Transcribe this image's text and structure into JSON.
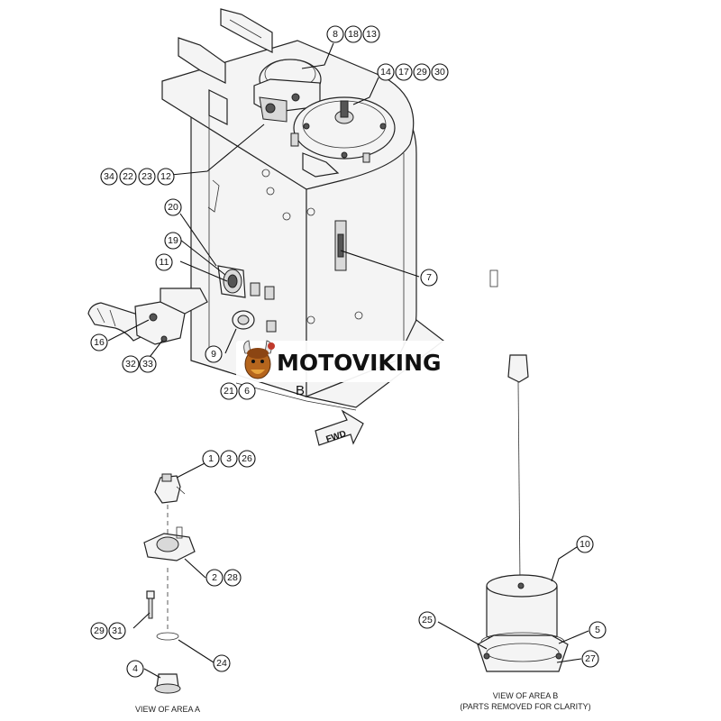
{
  "callouts": {
    "c8": "8",
    "c18": "18",
    "c13": "13",
    "c14": "14",
    "c17": "17",
    "c29a": "29",
    "c30": "30",
    "c34": "34",
    "c22": "22",
    "c23": "23",
    "c12": "12",
    "c20": "20",
    "c19": "19",
    "c11": "11",
    "c7": "7",
    "c16": "16",
    "c9": "9",
    "c32": "32",
    "c33": "33",
    "c21": "21",
    "c6": "6",
    "c1": "1",
    "c3": "3",
    "c26": "26",
    "c2": "2",
    "c28": "28",
    "c29b": "29",
    "c31": "31",
    "c24": "24",
    "c4": "4",
    "c10": "10",
    "c25": "25",
    "c5": "5",
    "c27": "27"
  },
  "labels": {
    "area_b_marker": "B",
    "fwd": "FWD",
    "view_a": "VIEW OF AREA A",
    "view_b": "VIEW OF AREA B",
    "view_b_sub": "(PARTS REMOVED FOR CLARITY)"
  },
  "watermark": {
    "text": "MOTOVIKING",
    "icon": "viking-mascot-icon",
    "accent_color": "#c0392b"
  }
}
